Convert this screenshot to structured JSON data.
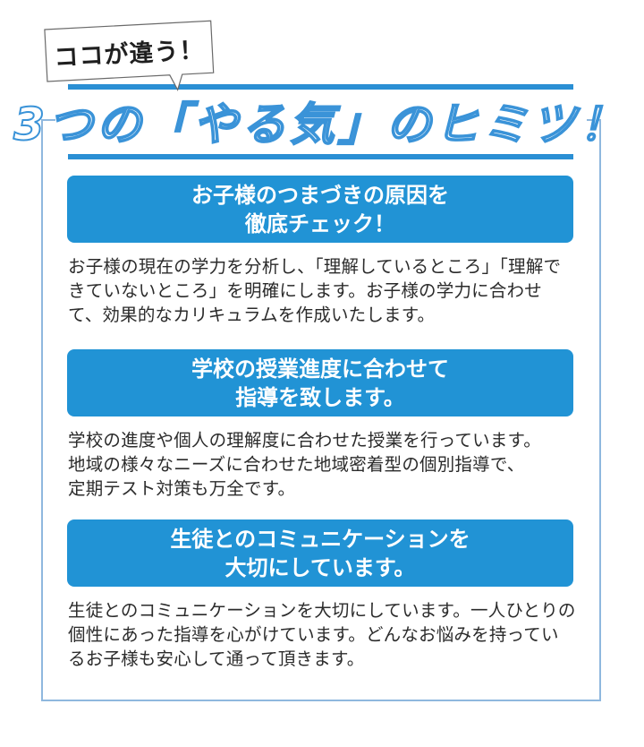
{
  "callout": {
    "label": "ココが違う！"
  },
  "title": "3つの「やる気」のヒミツ！",
  "colors": {
    "accent_blue": "#2193d5",
    "rule_blue": "#2a8fd4",
    "title_outline": "#3a93d8",
    "frame": "#8fb8de",
    "body_text": "#2b2b2b"
  },
  "sections": [
    {
      "heading": [
        "お子様のつまづきの原因を",
        "徹底チェック！"
      ],
      "body": [
        "お子様の現在の学力を分析し、「理解しているところ」「理解で",
        "きていないところ」を明確にします。お子様の学力に合わせ",
        "て、効果的なカリキュラムを作成いたします。"
      ]
    },
    {
      "heading": [
        "学校の授業進度に合わせて",
        "指導を致します。"
      ],
      "body": [
        "学校の進度や個人の理解度に合わせた授業を行っています。",
        "地域の様々なニーズに合わせた地域密着型の個別指導で、",
        "定期テスト対策も万全です。"
      ]
    },
    {
      "heading": [
        "生徒とのコミュニケーションを",
        "大切にしています。"
      ],
      "body": [
        "生徒とのコミュニケーションを大切にしています。一人ひとりの",
        "個性にあった指導を心がけています。どんなお悩みを持ってい",
        "るお子様も安心して通って頂きます。"
      ]
    }
  ]
}
